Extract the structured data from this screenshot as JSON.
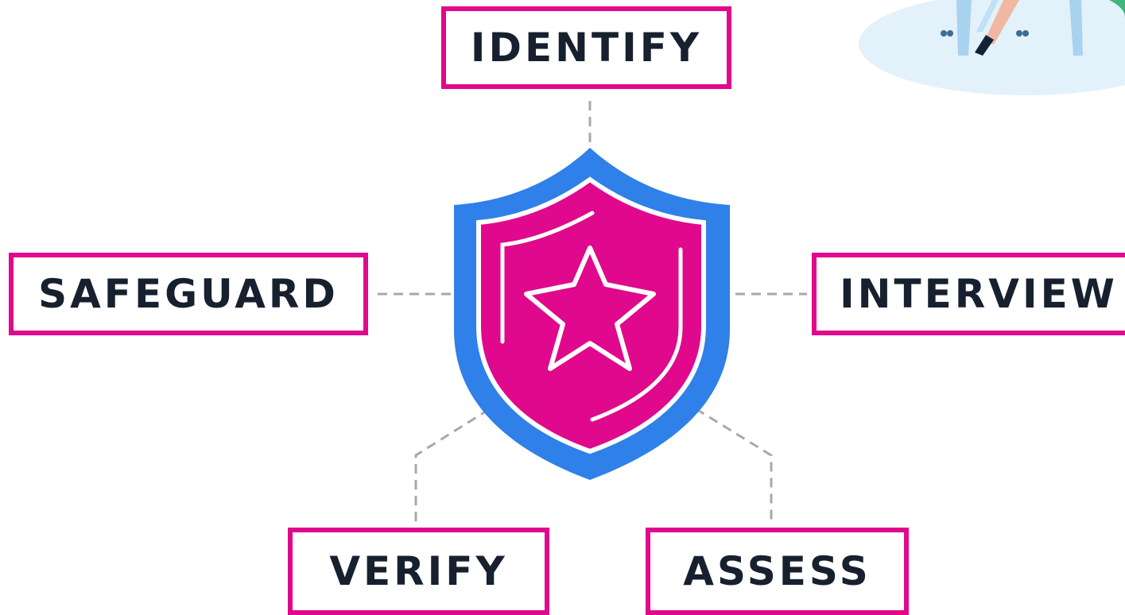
{
  "diagram": {
    "center": {
      "icon": "shield-star-icon",
      "outer_color": "#2f80e8",
      "inner_color": "#e0088c",
      "line_color": "#ffffff"
    },
    "nodes": [
      {
        "id": "identify",
        "label": "IDENTIFY"
      },
      {
        "id": "safeguard",
        "label": "SAFEGUARD"
      },
      {
        "id": "interview",
        "label": "INTERVIEW"
      },
      {
        "id": "verify",
        "label": "VERIFY"
      },
      {
        "id": "assess",
        "label": "ASSESS"
      }
    ],
    "node_border_color": "#e0088c",
    "text_color": "#17202e",
    "connector_color": "#a8a8a8",
    "decoration": {
      "icon": "person-on-chair-illustration",
      "background_color": "#e3f1fb"
    }
  }
}
